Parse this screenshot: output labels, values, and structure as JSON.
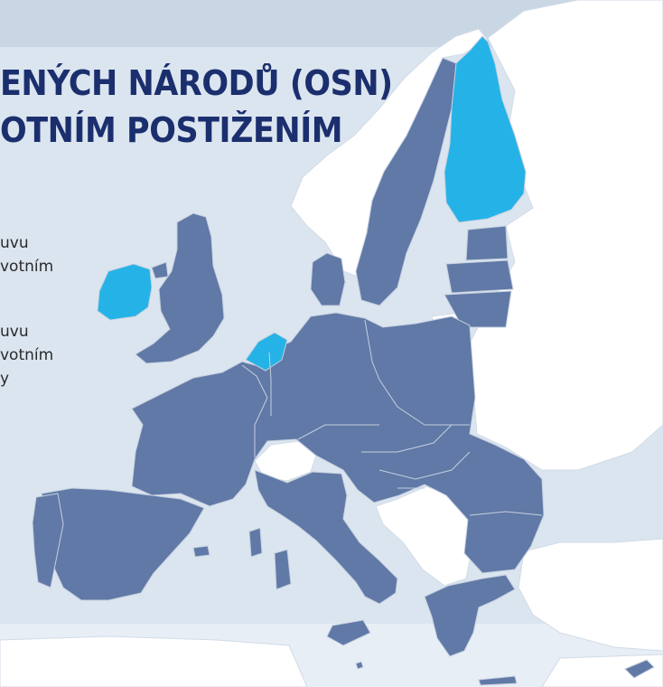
{
  "title": {
    "line1": "ENÝCH NÁRODŮ (OSN)",
    "line2": "OTNÍM POSTIŽENÍM"
  },
  "legend": {
    "item1": [
      "uvu",
      "votním"
    ],
    "item2": [
      "uvu",
      "votním",
      "y"
    ]
  },
  "colors": {
    "sea": "#c9d7e4",
    "panel": "#dbe5ef",
    "bottom_band": "#e7eef5",
    "non_member_land": "#ffffff",
    "status_a": "#6079a6",
    "status_b": "#25b3e7",
    "border": "#c5cfe0",
    "title": "#1b2f6e",
    "text": "#2a2a2a"
  }
}
